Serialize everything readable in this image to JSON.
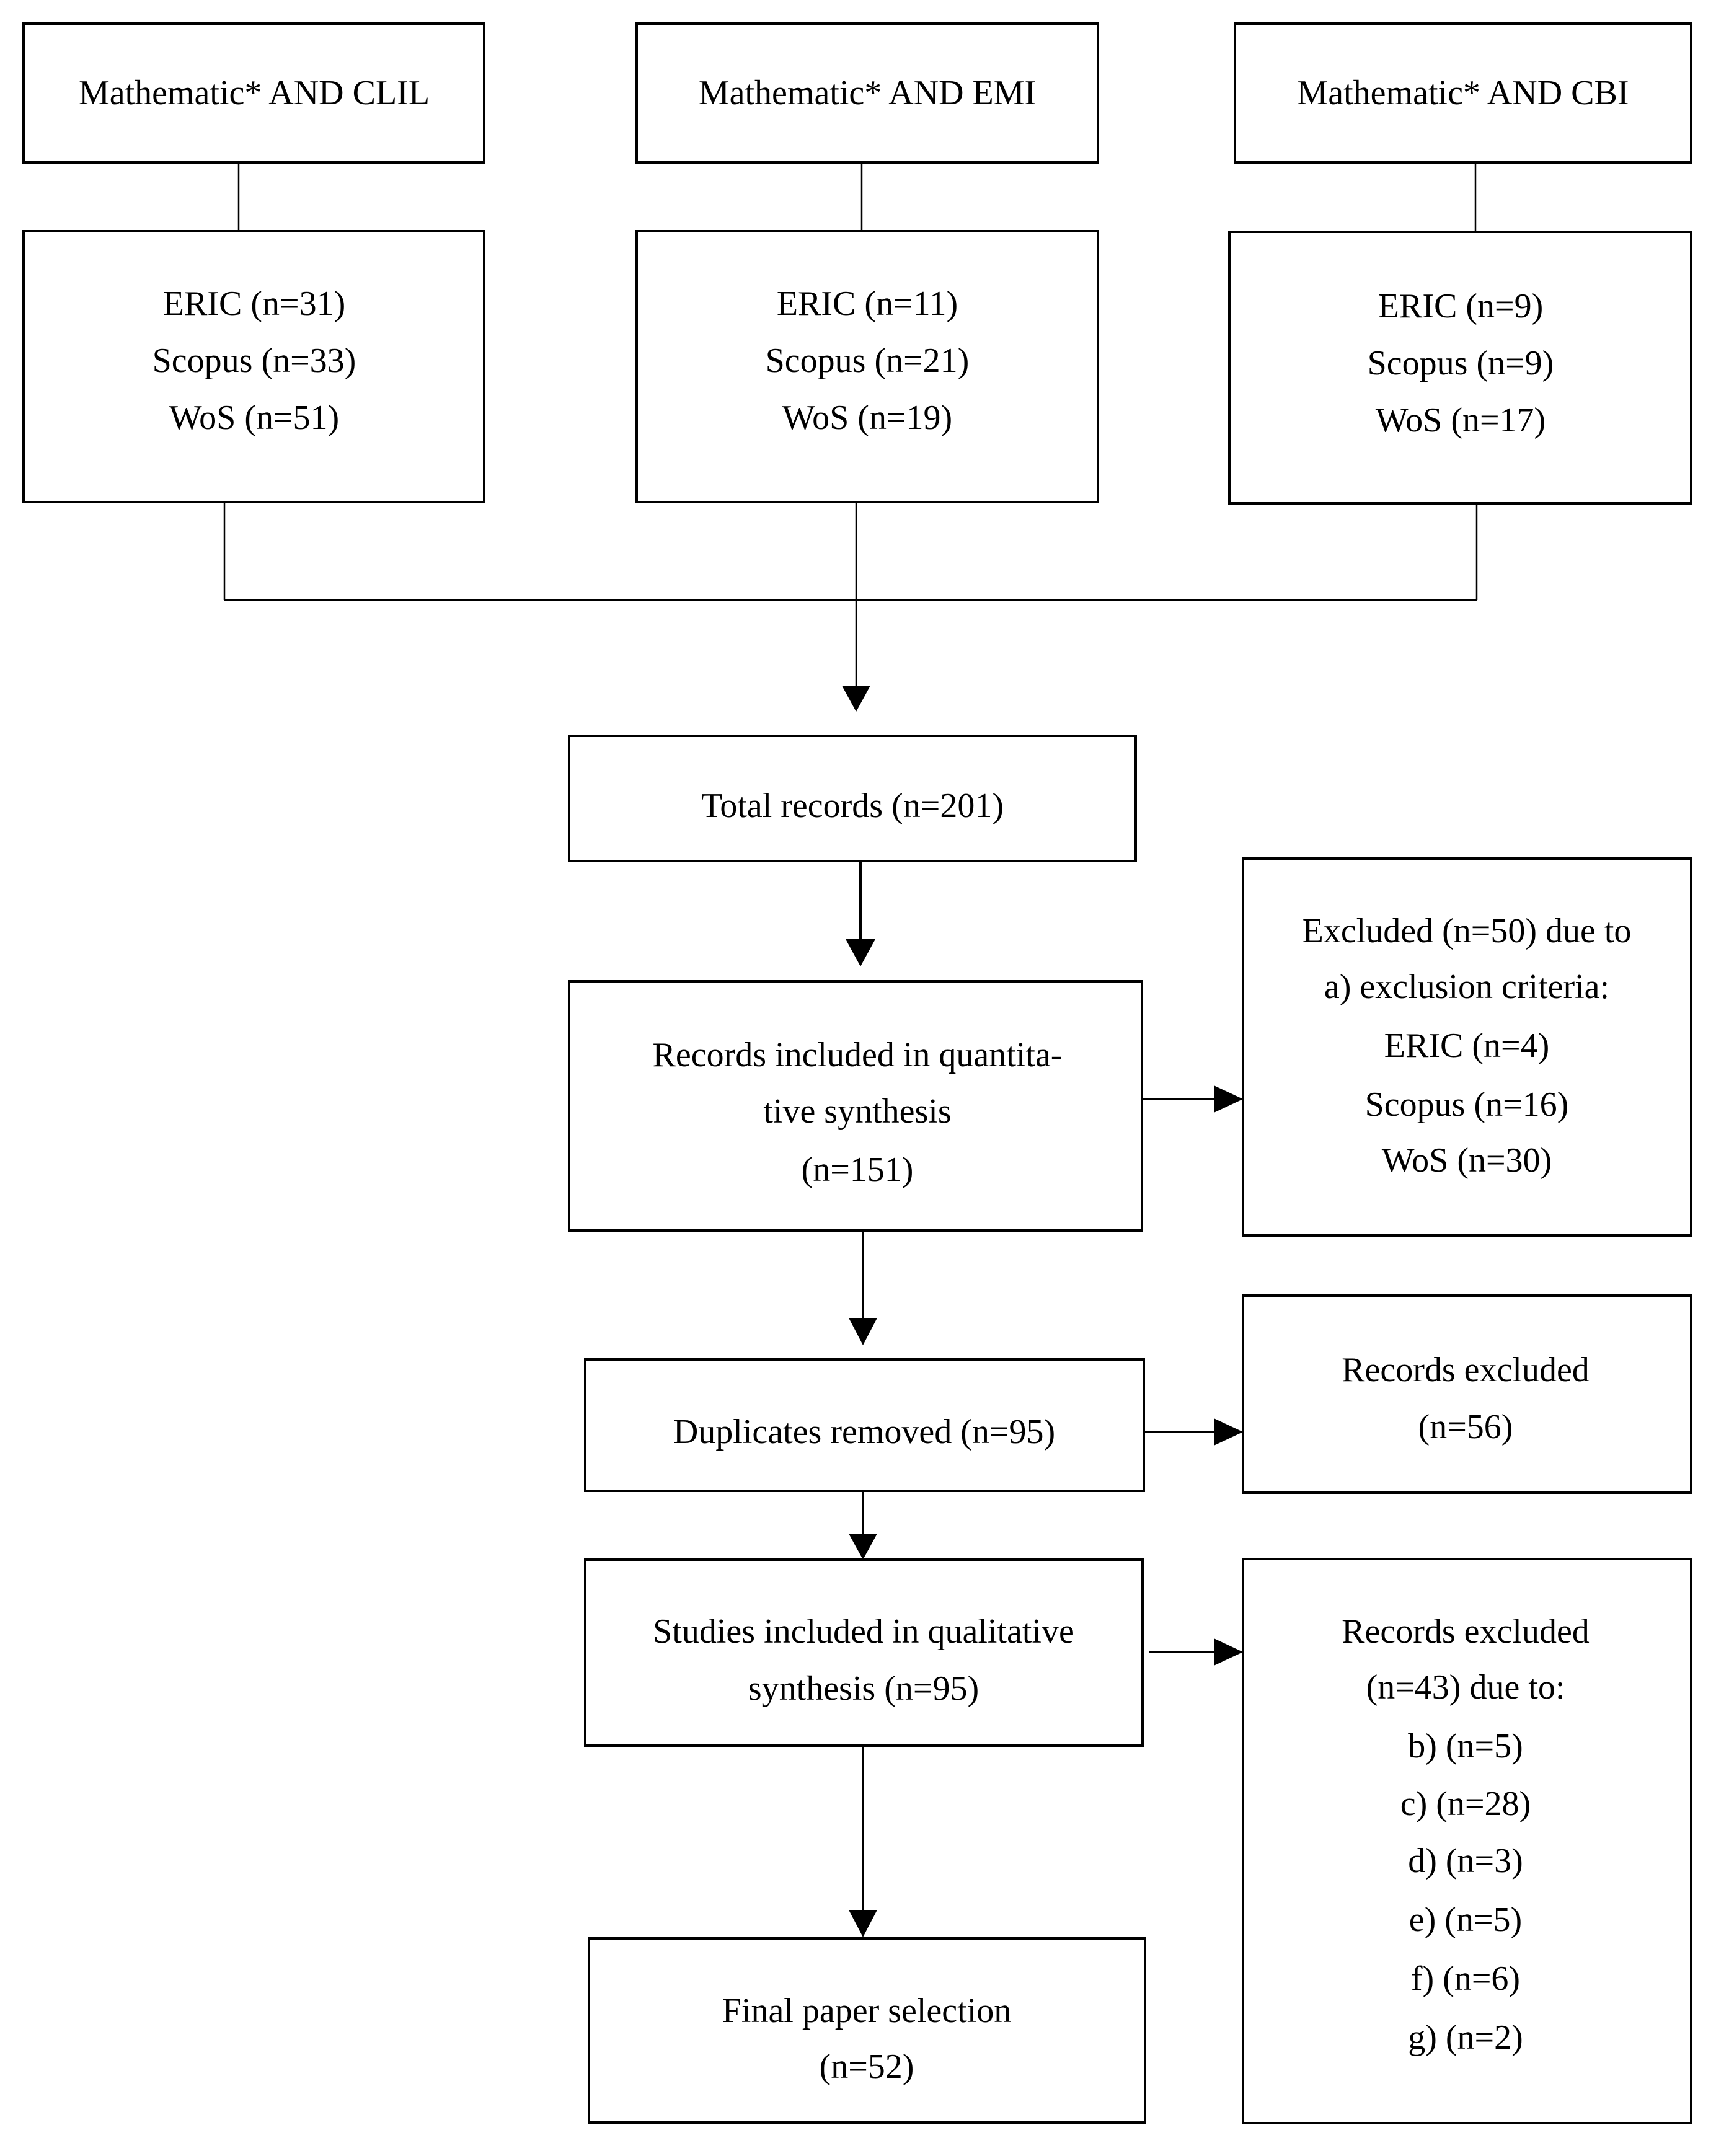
{
  "queries": [
    {
      "title": "Mathematic* AND CLIL",
      "lines": [
        "ERIC (n=31)",
        "Scopus (n=33)",
        "WoS (n=51)"
      ]
    },
    {
      "title": "Mathematic* AND EMI",
      "lines": [
        "ERIC (n=11)",
        "Scopus (n=21)",
        "WoS (n=19)"
      ]
    },
    {
      "title": "Mathematic* AND CBI",
      "lines": [
        "ERIC (n=9)",
        "Scopus (n=9)",
        "WoS (n=17)"
      ]
    }
  ],
  "flow": {
    "total": "Total records (n=201)",
    "quantitative": [
      "Records included in quantita-",
      "tive synthesis",
      "(n=151)"
    ],
    "duplicates": "Duplicates removed (n=95)",
    "qualitative": [
      "Studies included in qualitative",
      "synthesis (n=95)"
    ],
    "final": [
      "Final paper selection",
      "(n=52)"
    ]
  },
  "exclusions": {
    "first": [
      "Excluded (n=50) due to",
      "a) exclusion criteria:",
      "ERIC (n=4)",
      "Scopus (n=16)",
      "WoS (n=30)"
    ],
    "second": [
      "Records excluded",
      "(n=56)"
    ],
    "third": [
      "Records excluded",
      "(n=43) due to:",
      "b) (n=5)",
      "c) (n=28)",
      "d) (n=3)",
      "e) (n=5)",
      "f) (n=6)",
      "g) (n=2)"
    ]
  }
}
